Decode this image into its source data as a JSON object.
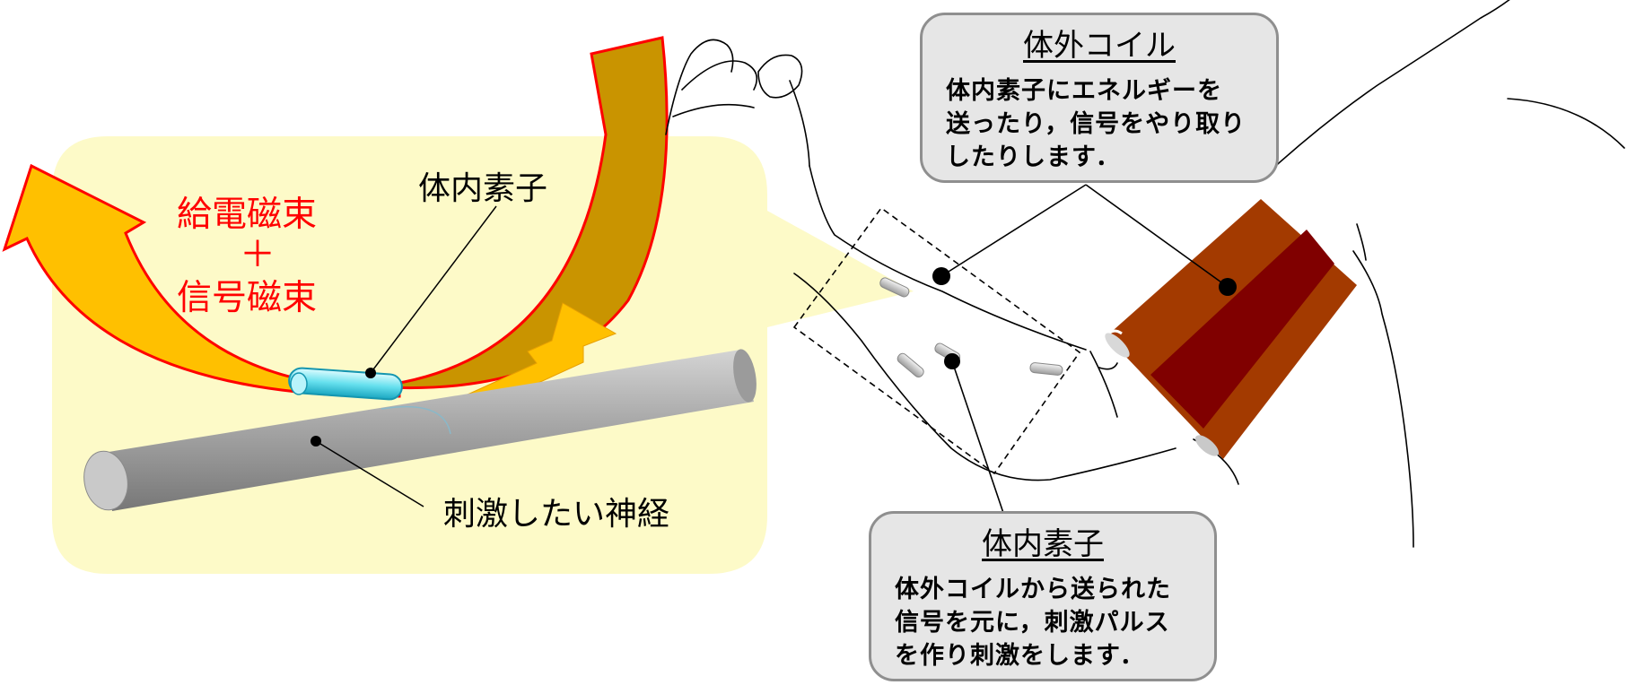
{
  "zoom_panel": {
    "flux_label_line1": "給電磁束",
    "flux_label_plus": "＋",
    "flux_label_line2": "信号磁束",
    "implant_label": "体内素子",
    "nerve_label": "刺激したい神経"
  },
  "callouts": {
    "coil": {
      "title": "体外コイル",
      "body": "体内素子にエネルギーを\n送ったり，信号をやり取り\nしたりします．"
    },
    "implant": {
      "title": "体内素子",
      "body": "体外コイルから送られた\n信号を元に，刺激パルス\nを作り刺激をします．"
    }
  },
  "colors": {
    "zoom_panel_fill": "#fdfac8",
    "flux_arrow_fill": "#ffc000",
    "flux_arrow_inner_fill": "#c99400",
    "flux_arrow_stroke": "#ff0000",
    "flux_label_color": "#ff0000",
    "nerve_fill": "#a6a6a6",
    "lightning_fill": "#ffc000",
    "implant_fill": "#5fe0f0",
    "coil_band_outer": "#a33a00",
    "coil_band_inner": "#800000",
    "callout_fill": "#e6e6e6",
    "callout_border": "#8f8f8f"
  }
}
